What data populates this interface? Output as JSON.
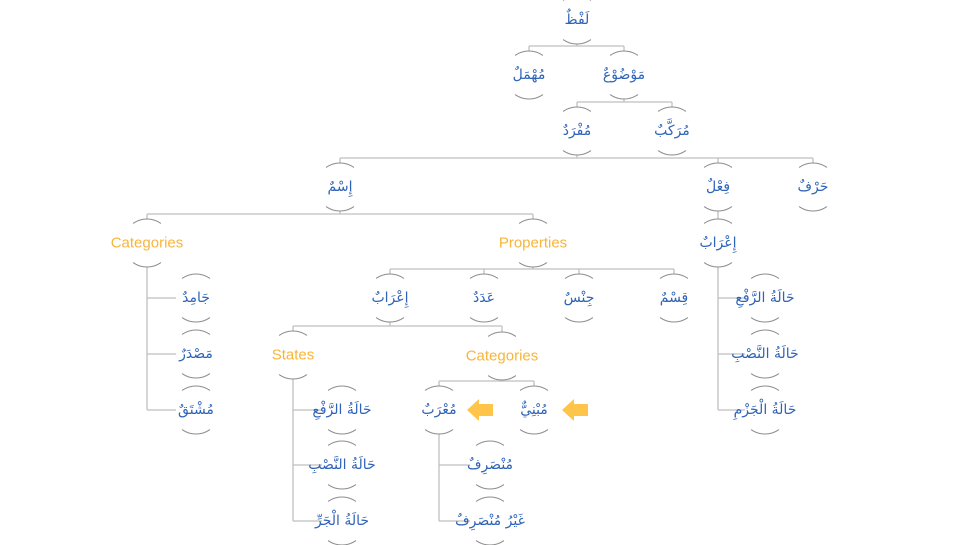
{
  "diagram": {
    "title": "لَفْظٌ",
    "colors": {
      "arabic_label": "#2f63b8",
      "english_label": "#f8b53a",
      "connector": "#bfbfbf",
      "node_arc": "#8c8c8c",
      "arrow": "#ffc54a"
    },
    "nodes": {
      "lafz": "لَفْظٌ",
      "muhmal": "مُهْمَلٌ",
      "mawdu": "مَوْضُوْعٌ",
      "mufrad": "مُفْرَدٌ",
      "murakkab": "مُرَكَّبٌ",
      "ism": "إِسْمٌ",
      "fil": "فِعْلٌ",
      "harf": "حَرْفٌ",
      "ism_categories": "Categories",
      "properties": "Properties",
      "fil_irab": "إِعْرَابٌ",
      "jamid": "جَامِدٌ",
      "masdar": "مَصْدَرٌ",
      "mushtaq": "مُشْتَقٌ",
      "prop_irab": "إِعْرَابٌ",
      "adad": "عَدَدٌ",
      "jins": "جِنْسٌ",
      "qism": "قِسْمٌ",
      "fil_raf": "حَالَةُ الرَّفْعِ",
      "fil_nasb": "حَالَةُ النَّصْبِ",
      "fil_jazm": "حَالَةُ الْجَزْمِ",
      "states": "States",
      "irab_categories": "Categories",
      "ism_raf": "حَالَةُ الرَّفْعِ",
      "ism_nasb": "حَالَةُ النَّصْبِ",
      "ism_jarr": "حَالَةُ الْجَرِّ",
      "murab": "مُعْرَبٌ",
      "mabni": "مُبْنِيٌّ",
      "munsarif": "مُنْصَرِفٌ",
      "ghayr_munsarif": "غَيْرُ مُنْصَرِفٌ"
    },
    "english_nodes": [
      "ism_categories",
      "properties",
      "states",
      "irab_categories"
    ],
    "highlighted_nodes": [
      "murab",
      "mabni"
    ],
    "edges": [
      [
        "lafz",
        "muhmal"
      ],
      [
        "lafz",
        "mawdu"
      ],
      [
        "mawdu",
        "mufrad"
      ],
      [
        "mawdu",
        "murakkab"
      ],
      [
        "mufrad",
        "ism"
      ],
      [
        "mufrad",
        "fil"
      ],
      [
        "mufrad",
        "harf"
      ],
      [
        "ism",
        "ism_categories"
      ],
      [
        "ism",
        "properties"
      ],
      [
        "fil",
        "fil_irab"
      ],
      [
        "ism_categories",
        "jamid"
      ],
      [
        "ism_categories",
        "masdar"
      ],
      [
        "ism_categories",
        "mushtaq"
      ],
      [
        "properties",
        "prop_irab"
      ],
      [
        "properties",
        "adad"
      ],
      [
        "properties",
        "jins"
      ],
      [
        "properties",
        "qism"
      ],
      [
        "fil_irab",
        "fil_raf"
      ],
      [
        "fil_irab",
        "fil_nasb"
      ],
      [
        "fil_irab",
        "fil_jazm"
      ],
      [
        "prop_irab",
        "states"
      ],
      [
        "prop_irab",
        "irab_categories"
      ],
      [
        "states",
        "ism_raf"
      ],
      [
        "states",
        "ism_nasb"
      ],
      [
        "states",
        "ism_jarr"
      ],
      [
        "irab_categories",
        "murab"
      ],
      [
        "irab_categories",
        "mabni"
      ],
      [
        "murab",
        "munsarif"
      ],
      [
        "murab",
        "ghayr_munsarif"
      ]
    ]
  }
}
